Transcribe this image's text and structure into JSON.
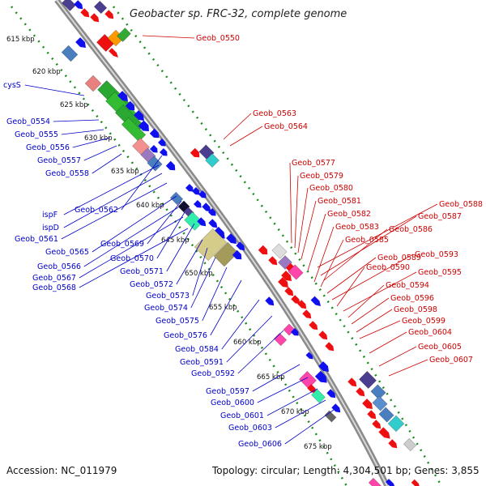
{
  "title": "Geobacter sp. FRC-32, complete genome",
  "footer": {
    "accession": "Accession: NC_011979",
    "summary": "Topology: circular; Length: 4,304,501 bp; Genes: 3,855"
  },
  "colors": {
    "reverse_strand": "#1010ee",
    "forward_strand": "#ee1010",
    "backbone": "#8a8a8a",
    "tick_dots": "#1a8a1a",
    "left_labels": "#0000c8",
    "right_labels": "#cc0000"
  },
  "ruler": [
    "615 kbp",
    "620 kbp",
    "625 kbp",
    "630 kbp",
    "635 kbp",
    "640 kbp",
    "645 kbp",
    "650 kbp",
    "655 kbp",
    "660 kbp",
    "665 kbp",
    "670 kbp",
    "675 kbp"
  ],
  "left_labels": [
    "cysS",
    "Geob_0554",
    "Geob_0555",
    "Geob_0556",
    "Geob_0557",
    "Geob_0558",
    "Geob_0562",
    "ispF",
    "ispD",
    "Geob_0561",
    "Geob_0565",
    "Geob_0569",
    "Geob_0566",
    "Geob_0570",
    "Geob_0567",
    "Geob_0571",
    "Geob_0568",
    "Geob_0572",
    "Geob_0573",
    "Geob_0574",
    "Geob_0575",
    "Geob_0576",
    "Geob_0584",
    "Geob_0591",
    "Geob_0592",
    "Geob_0597",
    "Geob_0600",
    "Geob_0601",
    "Geob_0603",
    "Geob_0606"
  ],
  "right_labels": [
    "Geob_0550",
    "Geob_0563",
    "Geob_0564",
    "Geob_0577",
    "Geob_0579",
    "Geob_0580",
    "Geob_0581",
    "Geob_0588",
    "Geob_0582",
    "Geob_0587",
    "Geob_0586",
    "Geob_0583",
    "Geob_0585",
    "Geob_0589",
    "Geob_0593",
    "Geob_0590",
    "Geob_0595",
    "Geob_0594",
    "Geob_0596",
    "Geob_0598",
    "Geob_0599",
    "Geob_0604",
    "Geob_0605",
    "Geob_0607"
  ]
}
